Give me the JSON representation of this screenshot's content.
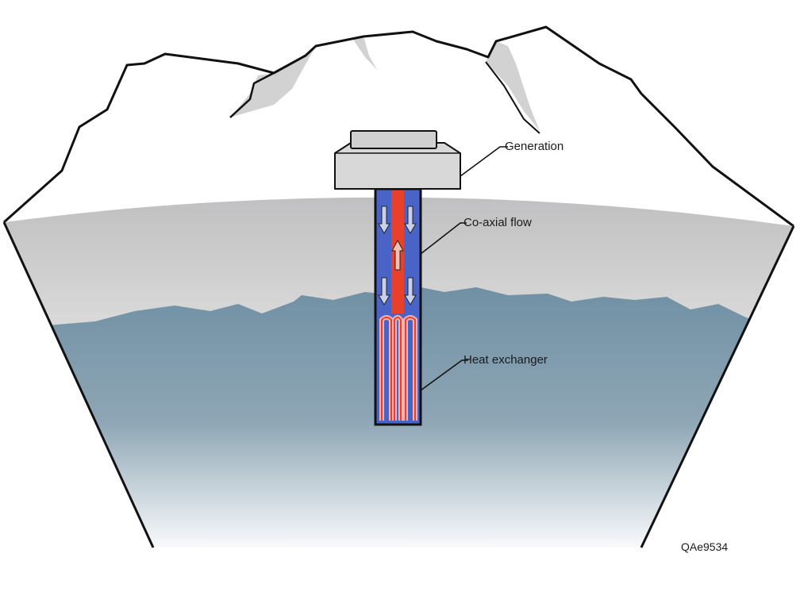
{
  "labels": {
    "generation": "Generation",
    "coaxial": "Co-axial flow",
    "exchanger": "Heat exchanger"
  },
  "figure_id": "QAe9534",
  "colors": {
    "mountain_fill": "#ffffff",
    "mountain_shadow": "#d2d2d2",
    "cap_fill": "#d8d8d8",
    "ground_top": "#bcbcbe",
    "ground_light": "#f4f4f4",
    "rock_top": "#6f8fa3",
    "rock_bottom": "#ffffff",
    "cold_flow": "#4a63c7",
    "hot_flow": "#e8402a",
    "outline": "#111111"
  }
}
